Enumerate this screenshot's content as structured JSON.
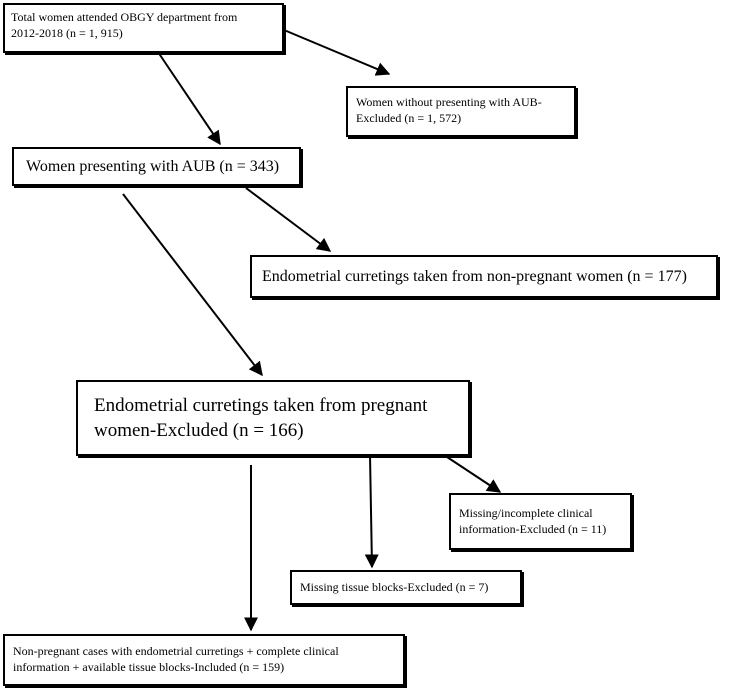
{
  "boxes": {
    "total": "Total women attended OBGY department from\n2012-2018  (n = 1, 915)",
    "no_aub": "Women without presenting with AUB-\nExcluded  (n = 1, 572)",
    "aub": "Women presenting with AUB (n = 343)",
    "non_pregnant": "Endometrial  curretings taken from non-pregnant women (n = 177)",
    "pregnant": "Endometrial  curretings taken from pregnant\nwomen-Excluded  (n = 166)",
    "missing_clinical": "Missing/incomplete  clinical\ninformation-Excluded  (n = 11)",
    "missing_blocks": "Missing  tissue blocks-Excluded  (n = 7)",
    "included": "Non-pregnant cases with endometrial  curretings + complete clinical\ninformation  + available tissue blocks-Included  (n = 159)"
  }
}
